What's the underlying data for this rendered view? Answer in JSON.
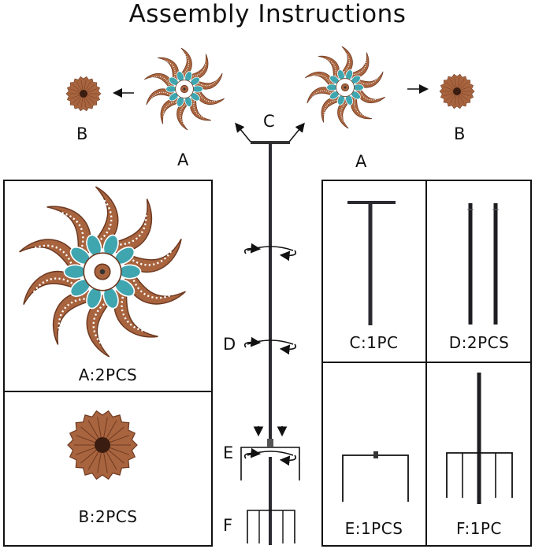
{
  "title": "Assembly Instructions",
  "diagram_labels": {
    "a_left": "A",
    "a_right": "A",
    "b_left": "B",
    "b_right": "B",
    "c": "C",
    "d": "D",
    "e": "E",
    "f": "F"
  },
  "parts": {
    "a": "A:2PCS",
    "b": "B:2PCS",
    "c": "C:1PC",
    "d": "D:2PCS",
    "e": "E:1PCS",
    "f": "F:1PC"
  },
  "colors": {
    "copper": "#a8643e",
    "copper_dark": "#6e3a22",
    "teal": "#3fa6b0",
    "rod": "#2a2a30",
    "outline": "#111111"
  }
}
